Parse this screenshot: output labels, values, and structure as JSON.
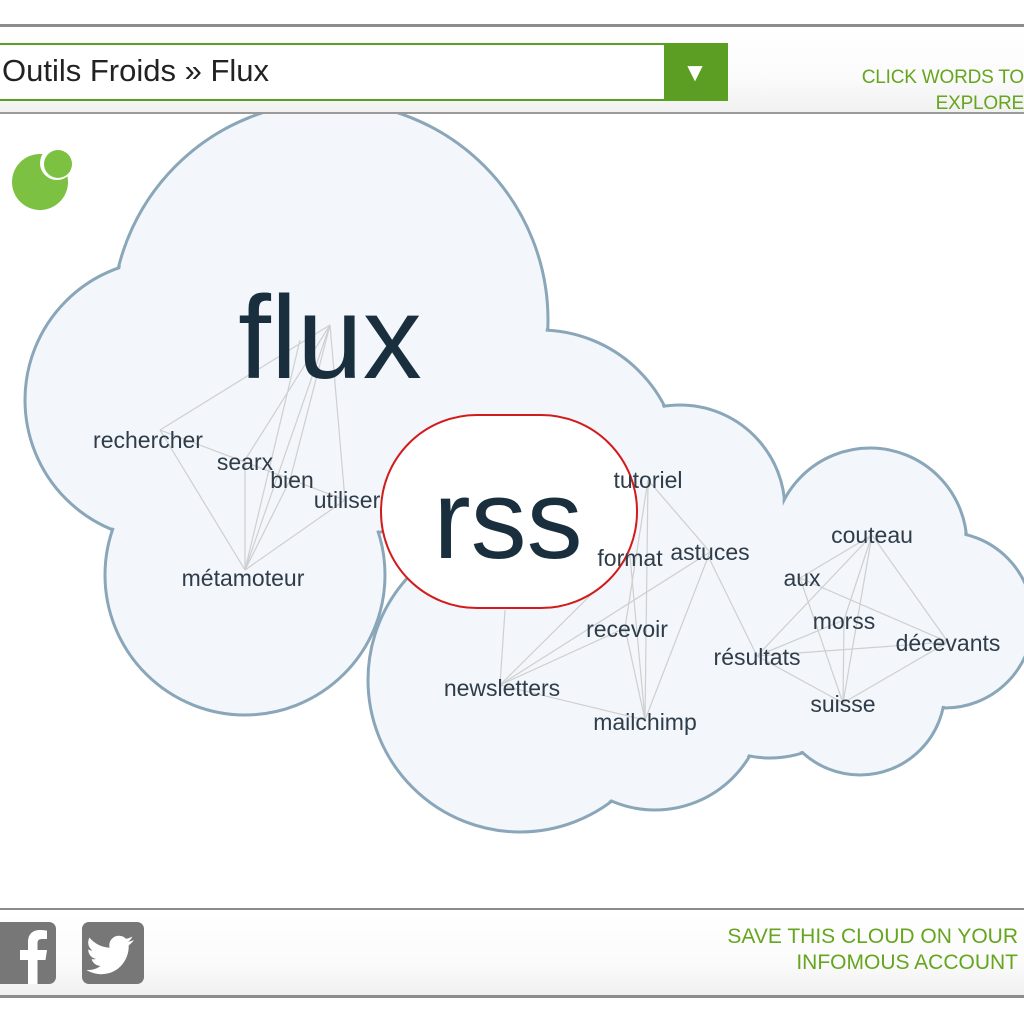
{
  "header": {
    "breadcrumb": "Outils Froids » Flux",
    "dropdown_arrow": "▼",
    "hint_line1": "CLICK WORDS TO",
    "hint_line2": "EXPLORE"
  },
  "logo": {
    "icon": "infomous-logo-icon",
    "color": "#7cc142"
  },
  "cloud": {
    "fill": "#f3f6fa",
    "stroke": "#8aa6b9",
    "link_color": "#cfcfcf",
    "highlight_color": "#d21b1b",
    "word_color": "#1a2f3e",
    "words": {
      "flux": "flux",
      "rss": "rss",
      "rechercher": "rechercher",
      "searx": "searx",
      "bien": "bien",
      "utiliser": "utiliser",
      "metamoteur": "métamoteur",
      "tutoriel": "tutoriel",
      "format": "format",
      "astuces": "astuces",
      "recevoir": "recevoir",
      "newsletters": "newsletters",
      "mailchimp": "mailchimp",
      "couteau": "couteau",
      "aux": "aux",
      "morss": "morss",
      "resultats": "résultats",
      "decevants": "décevants",
      "suisse": "suisse"
    }
  },
  "footer": {
    "facebook_icon": "facebook-icon",
    "twitter_icon": "twitter-icon",
    "save_line1": "SAVE THIS CLOUD ON YOUR",
    "save_line2": "INFOMOUS ACCOUNT"
  }
}
